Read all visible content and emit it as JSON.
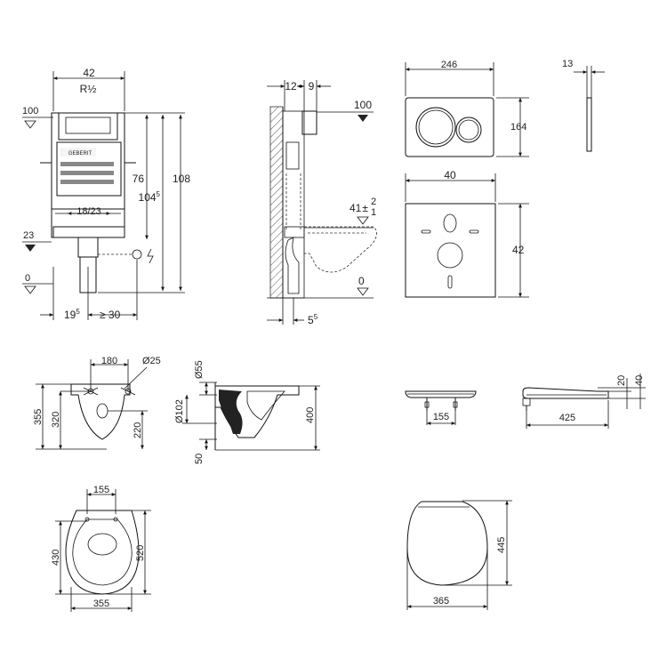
{
  "frame_view": {
    "width": "42",
    "thread": "R½",
    "height_total": "108",
    "height_upper": "76",
    "height_mid": "104",
    "height_mid_sup": "5",
    "level_top": "100",
    "level_23": "23",
    "level_0": "0",
    "spacing": "18/23",
    "offset_left": "19",
    "offset_left_sup": "5",
    "offset_right": "≥ 30",
    "brand": "GEBERIT"
  },
  "side_view": {
    "depth_a": "12",
    "depth_b": "9",
    "level_top": "100",
    "seat_height": "41",
    "tolerance": "±",
    "tolerance_upper": "2",
    "tolerance_lower": "1",
    "level_0": "0",
    "wall_offset": "5",
    "wall_offset_sup": "5"
  },
  "flush_plate": {
    "width": "246",
    "height": "164",
    "thickness": "13"
  },
  "cover_plate": {
    "width": "40",
    "height": "42"
  },
  "bowl_front": {
    "hole_spacing": "180",
    "hole_diameter": "Ø25",
    "height_total": "355",
    "height_holes": "320",
    "height_outlet": "220"
  },
  "bowl_side": {
    "inlet_diameter": "Ø55",
    "outlet_diameter": "Ø102",
    "bottom_offset": "50",
    "depth": "400"
  },
  "seat_front": {
    "hinge_spacing": "155"
  },
  "seat_side": {
    "depth": "425",
    "height_a": "20",
    "height_b": "40"
  },
  "bowl_top": {
    "hinge_spacing": "155",
    "width": "355",
    "length_inner": "430",
    "length_outer": "520"
  },
  "seat_top": {
    "length": "445",
    "width": "365"
  }
}
